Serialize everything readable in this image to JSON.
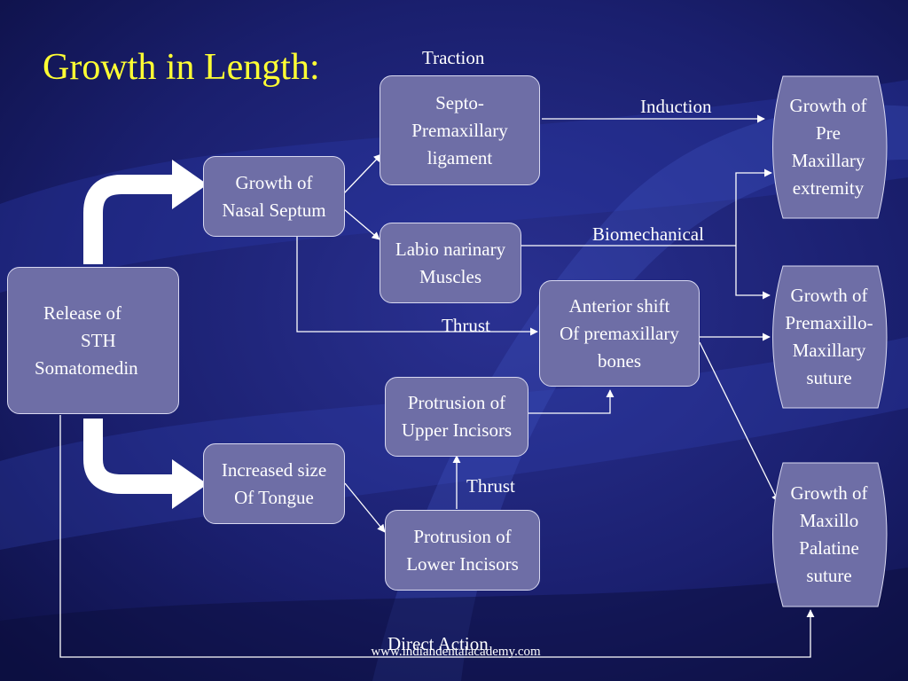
{
  "title": "Growth in Length:",
  "boxes": {
    "release": [
      "Release of",
      "STH",
      "Somatomedin"
    ],
    "nasal_septum": [
      "Growth of",
      "Nasal Septum"
    ],
    "septo_ligament": [
      "Septo-",
      "Premaxillary",
      "ligament"
    ],
    "labio_muscles": [
      "Labio narinary",
      "Muscles"
    ],
    "anterior_shift": [
      "Anterior shift",
      "Of premaxillary",
      "bones"
    ],
    "upper_incisors": [
      "Protrusion of",
      "Upper Incisors"
    ],
    "tongue": [
      "Increased size",
      "Of Tongue"
    ],
    "lower_incisors": [
      "Protrusion of",
      "Lower Incisors"
    ],
    "pre_maxillary": [
      "Growth of",
      "Pre",
      "Maxillary",
      "extremity"
    ],
    "premaxillo_suture": [
      "Growth of",
      "Premaxillo-",
      "Maxillary",
      "suture"
    ],
    "maxillo_palatine": [
      "Growth of",
      "Maxillo",
      "Palatine",
      "suture"
    ]
  },
  "labels": {
    "traction": "Traction",
    "induction": "Induction",
    "biomechanical": "Biomechanical",
    "thrust_upper": "Thrust",
    "thrust_lower": "Thrust",
    "direct_action": "Direct Action"
  },
  "footer": "www.indiandentalacademy.com",
  "colors": {
    "title": "#ffff33",
    "box_fill": "#6e6ea6",
    "background": "#14185a",
    "text": "#ffffff"
  }
}
